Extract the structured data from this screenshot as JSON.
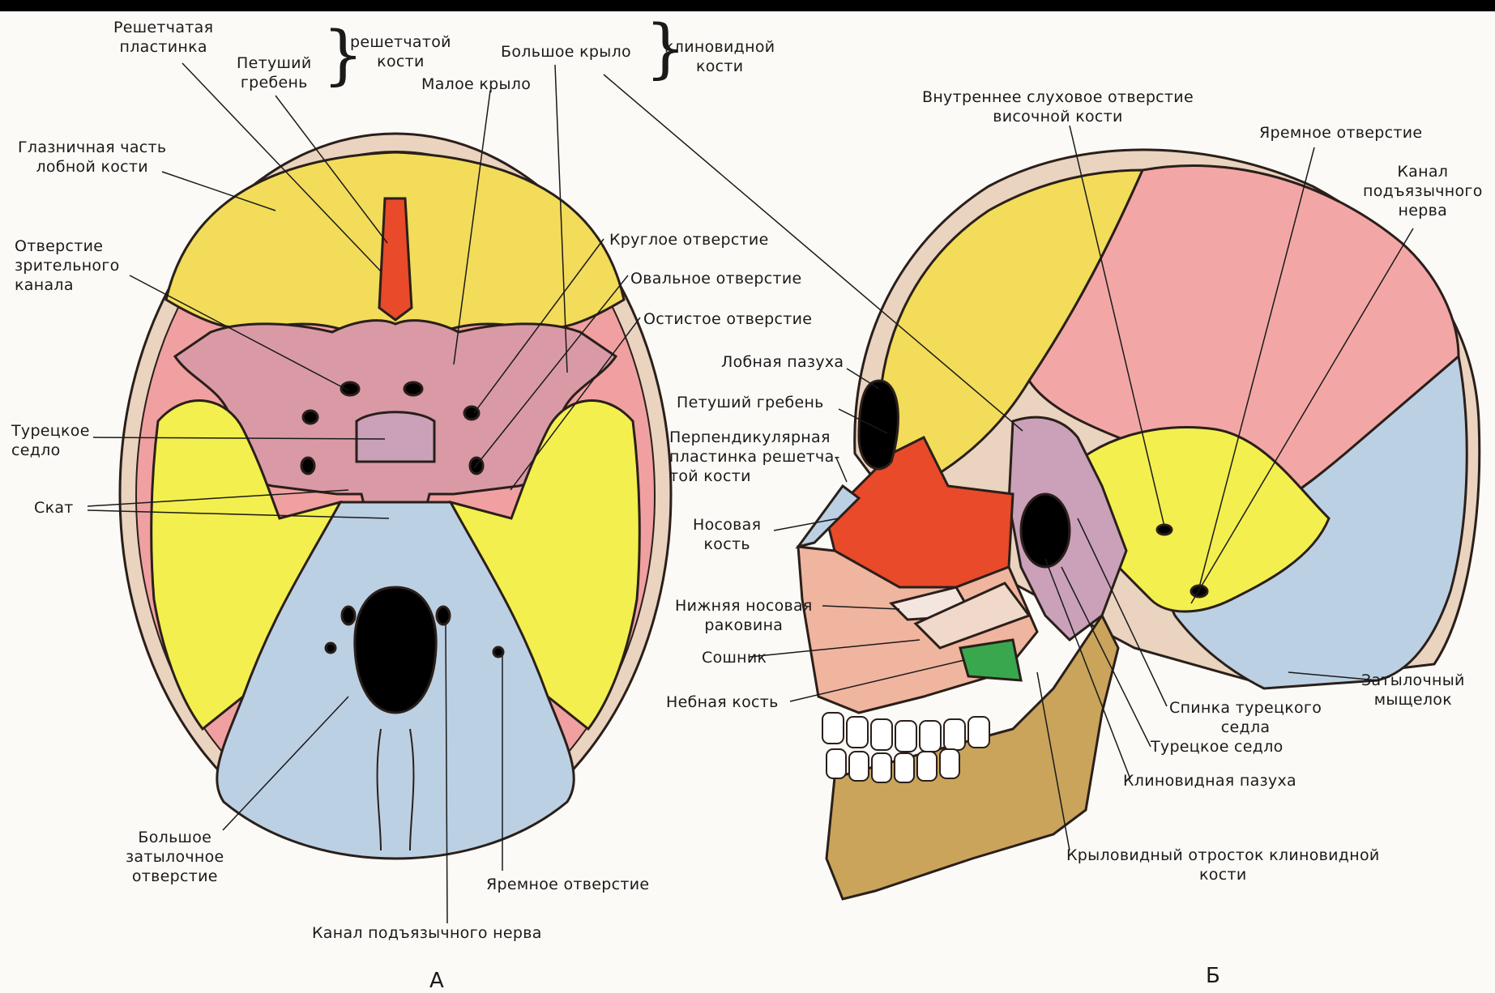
{
  "panel_a": {
    "letter": "А",
    "labels": {
      "ethmoid_plate": "Решетчатая\nпластинка",
      "crista_galli": "Петуший\nгребень",
      "ethmoid_bone_group": "решетчатой\nкости",
      "lesser_wing": "Малое крыло",
      "greater_wing": "Большое крыло",
      "sphenoid_bone_group": "клиновидной\nкости",
      "orbital_part": "Глазничная часть\nлобной кости",
      "optic_canal": "Отверстие\nзрительного\nканала",
      "sella_turcica": "Турецкое\nседло",
      "clivus": "Скат",
      "foramen_rotundum": "Круглое отверстие",
      "foramen_ovale": "Овальное отверстие",
      "foramen_spinosum": "Остистое отверстие",
      "foramen_magnum": "Большое\nзатылочное\nотверстие",
      "jugular_foramen": "Яремное отверстие",
      "hypoglossal_canal": "Канал подъязычного нерва"
    }
  },
  "panel_b": {
    "letter": "Б",
    "labels": {
      "internal_acoustic": "Внутреннее слуховое отверстие\nвисочной кости",
      "jugular_foramen": "Яремное отверстие",
      "hypoglossal_canal": "Канал\nподъязычного\nнерва",
      "frontal_sinus": "Лобная пазуха",
      "crista_galli": "Петуший гребень",
      "perpendicular_plate": "Перпендикулярная\nпластинка решетча-\nтой кости",
      "nasal_bone": "Носовая\nкость",
      "inferior_concha": "Нижняя носовая\nраковина",
      "vomer": "Сошник",
      "palatine_bone": "Небная кость",
      "occipital_condyle": "Затылочный\nмыщелок",
      "dorsum_sellae": "Спинка турецкого\nседла",
      "sella_turcica": "Турецкое седло",
      "sphenoid_sinus": "Клиновидная пазуха",
      "pterygoid_process": "Крыловидный отросток клиновидной\nкости"
    }
  },
  "colors": {
    "frontal_bone": "#f2dc5a",
    "sphenoid_bone": "#d99aa6",
    "temporal_bone": "#f3ef4e",
    "occipital_bone": "#bcd0e4",
    "parietal_bone": "#f2a7a6",
    "ethmoid_bone": "#e84a2a",
    "mandible": "#c9a45a",
    "outline": "#2a1f1a"
  }
}
